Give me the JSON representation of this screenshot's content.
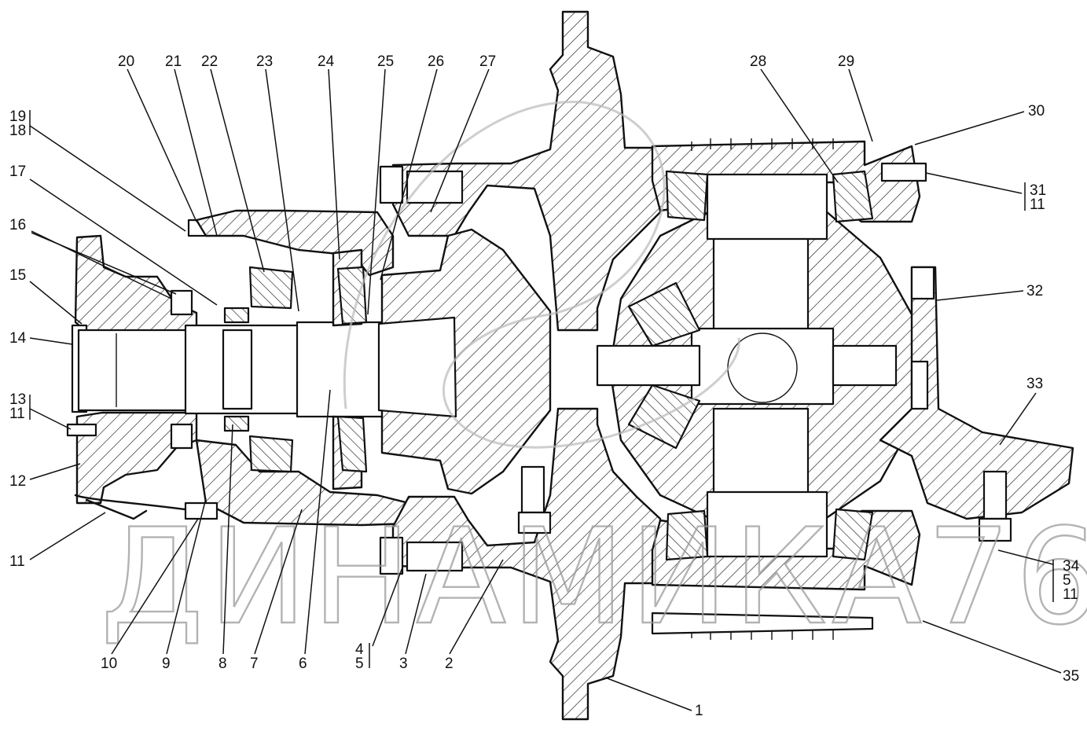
{
  "watermark": {
    "text": "ДИНАМИКА76"
  },
  "callouts": [
    {
      "id": "c20",
      "text": "20"
    },
    {
      "id": "c21",
      "text": "21"
    },
    {
      "id": "c22",
      "text": "22"
    },
    {
      "id": "c23",
      "text": "23"
    },
    {
      "id": "c24",
      "text": "24"
    },
    {
      "id": "c25",
      "text": "25"
    },
    {
      "id": "c26",
      "text": "26"
    },
    {
      "id": "c27",
      "text": "27"
    },
    {
      "id": "c28",
      "text": "28"
    },
    {
      "id": "c29",
      "text": "29"
    },
    {
      "id": "c30",
      "text": "30"
    },
    {
      "id": "c19",
      "text": "19"
    },
    {
      "id": "c18",
      "text": "18"
    },
    {
      "id": "c17",
      "text": "17"
    },
    {
      "id": "c16",
      "text": "16"
    },
    {
      "id": "c15",
      "text": "15"
    },
    {
      "id": "c14",
      "text": "14"
    },
    {
      "id": "c13",
      "text": "13"
    },
    {
      "id": "c11a",
      "text": "11"
    },
    {
      "id": "c12",
      "text": "12"
    },
    {
      "id": "c11b",
      "text": "11"
    },
    {
      "id": "c31",
      "text": "31"
    },
    {
      "id": "c11c",
      "text": "11"
    },
    {
      "id": "c32",
      "text": "32"
    },
    {
      "id": "c33",
      "text": "33"
    },
    {
      "id": "c34",
      "text": "34"
    },
    {
      "id": "c5a",
      "text": "5"
    },
    {
      "id": "c11d",
      "text": "11"
    },
    {
      "id": "c35",
      "text": "35"
    },
    {
      "id": "c1",
      "text": "1"
    },
    {
      "id": "c2",
      "text": "2"
    },
    {
      "id": "c3",
      "text": "3"
    },
    {
      "id": "c4",
      "text": "4"
    },
    {
      "id": "c5b",
      "text": "5"
    },
    {
      "id": "c6",
      "text": "6"
    },
    {
      "id": "c7",
      "text": "7"
    },
    {
      "id": "c8",
      "text": "8"
    },
    {
      "id": "c9",
      "text": "9"
    },
    {
      "id": "c10",
      "text": "10"
    }
  ]
}
